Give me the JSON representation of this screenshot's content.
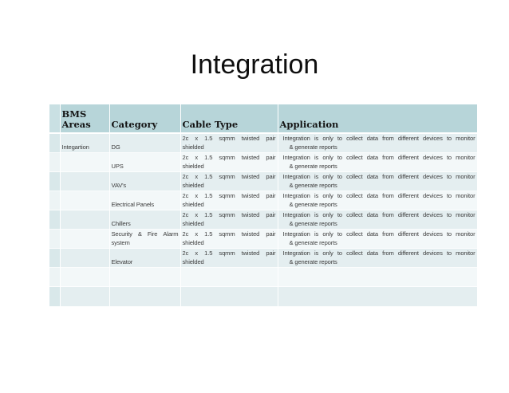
{
  "slide": {
    "title": "Integration",
    "background_color": "#ffffff",
    "title_color": "#0e0e0e"
  },
  "table": {
    "headers": {
      "band": "",
      "area": "BMS Areas",
      "category": "Category",
      "cable": "Cable Type",
      "application": "Application"
    },
    "rows": [
      {
        "area": "Integartion",
        "category": [
          "DG"
        ],
        "cable": [
          "2c x 1.5 sqmm twisted pair",
          "shielded"
        ],
        "application": [
          "Integration is only to collect data from different devices to monitor",
          "& generate reports"
        ]
      },
      {
        "area": "",
        "category": [
          "UPS"
        ],
        "cable": [
          "2c x 1.5 sqmm twisted pair",
          "shielded"
        ],
        "application": [
          "Integration is only to collect data from different devices to monitor",
          "& generate reports"
        ]
      },
      {
        "area": "",
        "category": [
          "VAV's"
        ],
        "cable": [
          "2c x 1.5 sqmm twisted pair",
          "shielded"
        ],
        "application": [
          "Integration is only to collect data from different devices to monitor",
          "& generate reports"
        ]
      },
      {
        "area": "",
        "category": [
          "Electrical Panels"
        ],
        "cable": [
          "2c x 1.5 sqmm twisted pair",
          "shielded"
        ],
        "application": [
          "Integration is only to collect data from different devices to monitor",
          "& generate reports"
        ]
      },
      {
        "area": "",
        "category": [
          "Chillers"
        ],
        "cable": [
          "2c x 1.5 sqmm twisted pair",
          "shielded"
        ],
        "application": [
          "Integration is only to collect data from different devices to monitor",
          "& generate reports"
        ]
      },
      {
        "area": "",
        "category": [
          "Security & Fire Alarm",
          "system"
        ],
        "cable": [
          "2c x 1.5 sqmm twisted pair",
          "shielded"
        ],
        "application": [
          "Integration is only to collect data from different devices to monitor",
          "& generate reports"
        ]
      },
      {
        "area": "",
        "category": [
          "Elevator"
        ],
        "cable": [
          "2c x 1.5 sqmm twisted pair",
          "shielded"
        ],
        "application": [
          "Integration is only to collect data from different devices to monitor",
          "& generate reports"
        ]
      },
      {
        "area": "",
        "category": [],
        "cable": [],
        "application": []
      },
      {
        "area": "",
        "category": [],
        "cable": [],
        "application": []
      }
    ],
    "colors": {
      "header_bg": "#b7d5d9",
      "header_band_bg": "#c9e0e3",
      "row_odd_bg": "#e4eef0",
      "row_odd_band_bg": "#d9e8ea",
      "row_even_bg": "#f3f8f9",
      "row_even_band_bg": "#edf4f5",
      "header_text": "#141414",
      "body_text": "#3d3d3d"
    }
  }
}
